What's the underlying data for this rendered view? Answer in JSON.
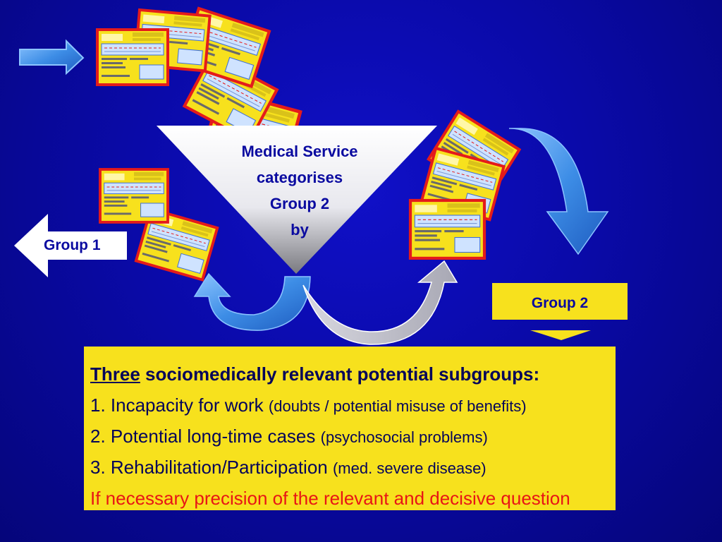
{
  "funnel": {
    "line1": "Medical Service",
    "line2": "categorises",
    "line3": "Group 2",
    "line4": "by"
  },
  "group1": {
    "label": "Group 1"
  },
  "group2": {
    "label": "Group 2"
  },
  "subgroups": {
    "heading_emph": "Three",
    "heading_rest": " sociomedically relevant potential subgroups:",
    "item1_main": "1. Incapacity for work ",
    "item1_sub": " (doubts / potential misuse of benefits)",
    "item2_main": "2. Potential long-time cases ",
    "item2_sub": " (psychosocial problems)",
    "item3_main": "3. Rehabilitation/Participation ",
    "item3_sub": "(med. severe disease)",
    "note": "If necessary precision of the relevant and decisive question"
  },
  "colors": {
    "background": "#0a0aa8",
    "yellow": "#f7e11d",
    "form_border": "#e41b1b",
    "arrow_blue": "#3d8de6",
    "text_blue": "#0a0aa0",
    "note_red": "#e81515"
  }
}
